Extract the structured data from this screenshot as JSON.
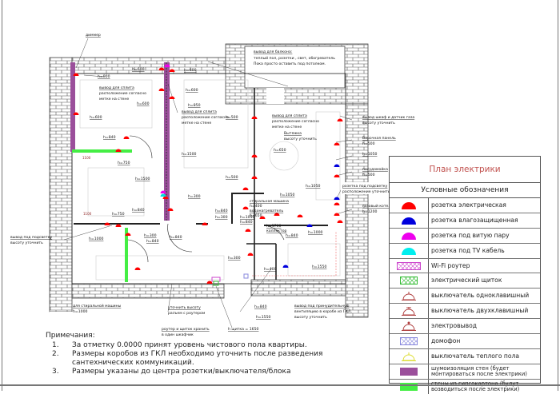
{
  "legend": {
    "title": "План электрики",
    "subtitle": "Условные обозначения",
    "items": [
      {
        "symbol": "socket-red",
        "color": "#ff0000",
        "label": "розетка электрическая"
      },
      {
        "symbol": "socket-blue",
        "color": "#0000dd",
        "label": "розетка влагозащищенная"
      },
      {
        "symbol": "socket-magenta",
        "color": "#ee00ee",
        "label": "розетка под витую пару"
      },
      {
        "symbol": "socket-cyan",
        "color": "#00eeee",
        "label": "розетка под TV кабель"
      },
      {
        "symbol": "wifi-router",
        "color": "#cc44cc",
        "label": "Wi-Fi роутер"
      },
      {
        "symbol": "electrical-panel",
        "color": "#33bb33",
        "label": "электрический щиток"
      },
      {
        "symbol": "switch-single",
        "color": "#b04040",
        "label": "выключатель одноклавишный"
      },
      {
        "symbol": "switch-double",
        "color": "#b04040",
        "label": "выключатель двухклавишный"
      },
      {
        "symbol": "electrical-outlet",
        "color": "#b04040",
        "label": "электровывод"
      },
      {
        "symbol": "intercom",
        "color": "#8888dd",
        "label": "домофон"
      },
      {
        "symbol": "floor-heating-switch",
        "color": "#dddd33",
        "label": "выключатель теплого пола"
      },
      {
        "symbol": "soundproofing",
        "color": "#9b4f9b",
        "label": "шумоизоляция стен (будет монтироваться после электрики)"
      },
      {
        "symbol": "drywall",
        "color": "#44ee44",
        "label": "стены из гипсокартона (будут возводиться после электрики)"
      }
    ]
  },
  "notes": {
    "heading": "Примечания:",
    "items": [
      {
        "num": "1.",
        "text": "За отметку 0.0000 принят уровень чистового пола квартиры."
      },
      {
        "num": "2.",
        "text": "Размеры коробов из ГКЛ необходимо уточнить после разведения сантехнических коммуникаций."
      },
      {
        "num": "3.",
        "text": "Размеры указаны до центра розетки/выключателя/блока"
      }
    ]
  },
  "plan": {
    "labels": [
      "диммер",
      "h=900",
      "вывод для сплита",
      "расположение согласно",
      "метке на стене",
      "h=600",
      "h=600",
      "h=600",
      "h=600",
      "h=600",
      "h=850",
      "вывод для сплита",
      "расположение согласно",
      "метке на стене",
      "h=840",
      "1100",
      "h=750",
      "h=1500",
      "вывод для балкона:",
      "теплый пол, розетки , свет, обогреватель",
      "Пока просто оставить под потолком.",
      "h=500",
      "вывод для сплита",
      "расположение согласно",
      "метке на стене",
      "Вытяжка",
      "высоту уточнить",
      "h=650",
      "h=500",
      "вывод шкаф и датчик газа",
      "высоту уточнить",
      "Варочная панель",
      "h=500",
      "h=1050",
      "посудомойка",
      "h=500",
      "розетка под подсветку",
      "расположение уточнить",
      "газовый котел",
      "h=1200",
      "h=1500",
      "h=300",
      "h=840",
      "h=750",
      "1100",
      "h=1000",
      "h=300",
      "h=840",
      "h=840",
      "h=840",
      "h=300",
      "h=300",
      "для стиральной машины",
      "h=1000",
      "уточнить высоту",
      "разъем с роутером",
      "h=1050",
      "h=1050",
      "стиральная машина",
      "h=400",
      "водонагреватель",
      "h=650",
      "h=1050",
      "h=840",
      "h=1700",
      "коллектор",
      "h=840",
      "h=1000",
      "h=1550",
      "h=400",
      "h=840",
      "h=1550",
      "h щитка = 1650",
      "вывод под принудительную",
      "вентиляцию в коробе из ГКЛ,",
      "высоту уточнить",
      "вывод под подсветку",
      "высоту уточнить",
      "роутер и щиток хранить",
      "в один шкафчик"
    ]
  }
}
